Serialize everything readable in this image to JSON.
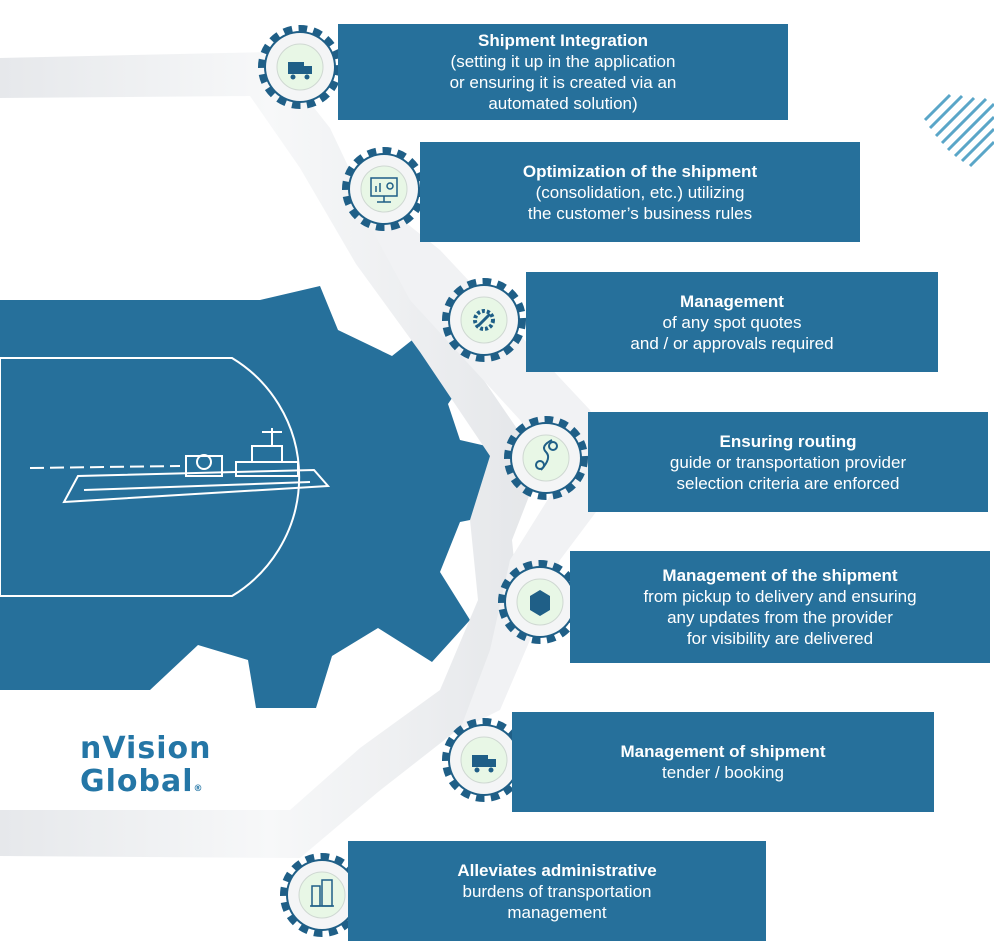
{
  "colors": {
    "primary": "#26709b",
    "dark_gear": "#1f5f87",
    "icon_bg": "#e8f7e6",
    "path": "#f0f1f3"
  },
  "steps": [
    {
      "title": "Shipment Integration",
      "lines": [
        "(setting it up in the application",
        "or ensuring it is created via an",
        "automated solution)"
      ],
      "icon": "truck-icon"
    },
    {
      "title": "Optimization of the shipment",
      "lines": [
        "(consolidation, etc.) utilizing",
        "the customer’s business rules"
      ],
      "icon": "monitor-chart-icon"
    },
    {
      "title": "Management",
      "lines": [
        "of any spot quotes",
        "and / or approvals required"
      ],
      "icon": "gear-wrench-icon"
    },
    {
      "title": "Ensuring routing",
      "lines": [
        "guide or transportation provider",
        "selection criteria are enforced"
      ],
      "icon": "route-pin-icon"
    },
    {
      "title": "Management of the shipment",
      "lines": [
        "from pickup to delivery and ensuring",
        "any updates from the provider",
        "for visibility are delivered"
      ],
      "icon": "box-icon"
    },
    {
      "title": "Management of shipment",
      "lines": [
        "tender / booking"
      ],
      "icon": "truck-icon"
    },
    {
      "title": "Alleviates administrative",
      "lines": [
        "burdens of transportation",
        "management"
      ],
      "icon": "buildings-icon"
    }
  ],
  "logo": {
    "line1": "nVision",
    "line2": "Global",
    "mark": "®"
  },
  "center_icon": "ship-icon"
}
